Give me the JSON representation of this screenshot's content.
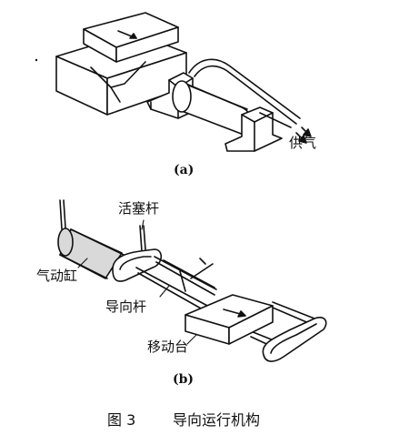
{
  "diagram": {
    "panel_a": {
      "sublabel": "(a)",
      "labels": {
        "air_supply": "供气"
      }
    },
    "panel_b": {
      "sublabel": "(b)",
      "labels": {
        "piston_rod": "活塞杆",
        "cylinder": "气动缸",
        "guide_rod": "导向杆",
        "moving_table": "移动台"
      }
    },
    "caption": {
      "figure_number": "图 3",
      "title": "导向运行机构"
    },
    "colors": {
      "ink": "#111111",
      "paper": "#ffffff",
      "shade": "#d9d9d9"
    }
  }
}
